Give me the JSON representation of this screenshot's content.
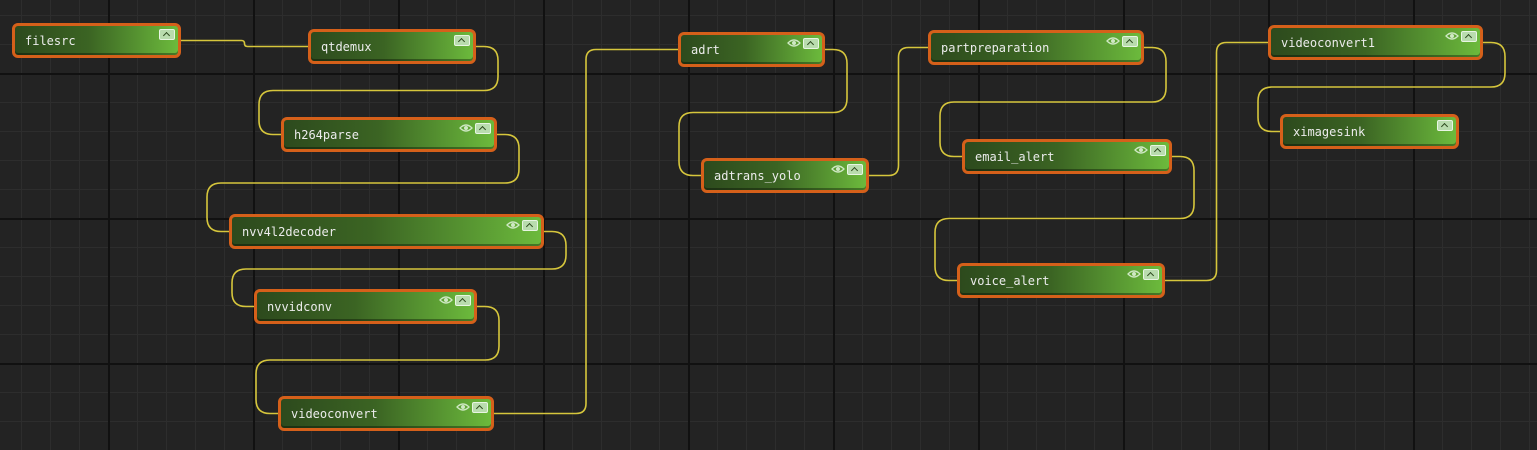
{
  "canvas": {
    "background": "#232323",
    "link_color": "#d6c63c",
    "node_border_color": "#d5601a",
    "node_fill_start": "#2d4a1d",
    "node_fill_end": "#6cba3c"
  },
  "nodes": [
    {
      "id": "filesrc",
      "label": "filesrc",
      "eye": false
    },
    {
      "id": "qtdemux",
      "label": "qtdemux",
      "eye": false
    },
    {
      "id": "h264parse",
      "label": "h264parse",
      "eye": true
    },
    {
      "id": "nvv4l2decoder",
      "label": "nvv4l2decoder",
      "eye": true
    },
    {
      "id": "nvvidconv",
      "label": "nvvidconv",
      "eye": true
    },
    {
      "id": "videoconvert",
      "label": "videoconvert",
      "eye": true
    },
    {
      "id": "adrt",
      "label": "adrt",
      "eye": true
    },
    {
      "id": "adtrans_yolo",
      "label": "adtrans_yolo",
      "eye": true
    },
    {
      "id": "partpreparation",
      "label": "partpreparation",
      "eye": true
    },
    {
      "id": "email_alert",
      "label": "email_alert",
      "eye": true
    },
    {
      "id": "voice_alert",
      "label": "voice_alert",
      "eye": true
    },
    {
      "id": "videoconvert1",
      "label": "videoconvert1",
      "eye": true
    },
    {
      "id": "ximagesink",
      "label": "ximagesink",
      "eye": false
    }
  ],
  "links": [
    [
      "filesrc",
      "qtdemux"
    ],
    [
      "qtdemux",
      "h264parse"
    ],
    [
      "h264parse",
      "nvv4l2decoder"
    ],
    [
      "nvv4l2decoder",
      "nvvidconv"
    ],
    [
      "nvvidconv",
      "videoconvert"
    ],
    [
      "videoconvert",
      "adrt"
    ],
    [
      "adrt",
      "adtrans_yolo"
    ],
    [
      "adtrans_yolo",
      "partpreparation"
    ],
    [
      "partpreparation",
      "email_alert"
    ],
    [
      "email_alert",
      "voice_alert"
    ],
    [
      "voice_alert",
      "videoconvert1"
    ],
    [
      "videoconvert1",
      "ximagesink"
    ]
  ]
}
